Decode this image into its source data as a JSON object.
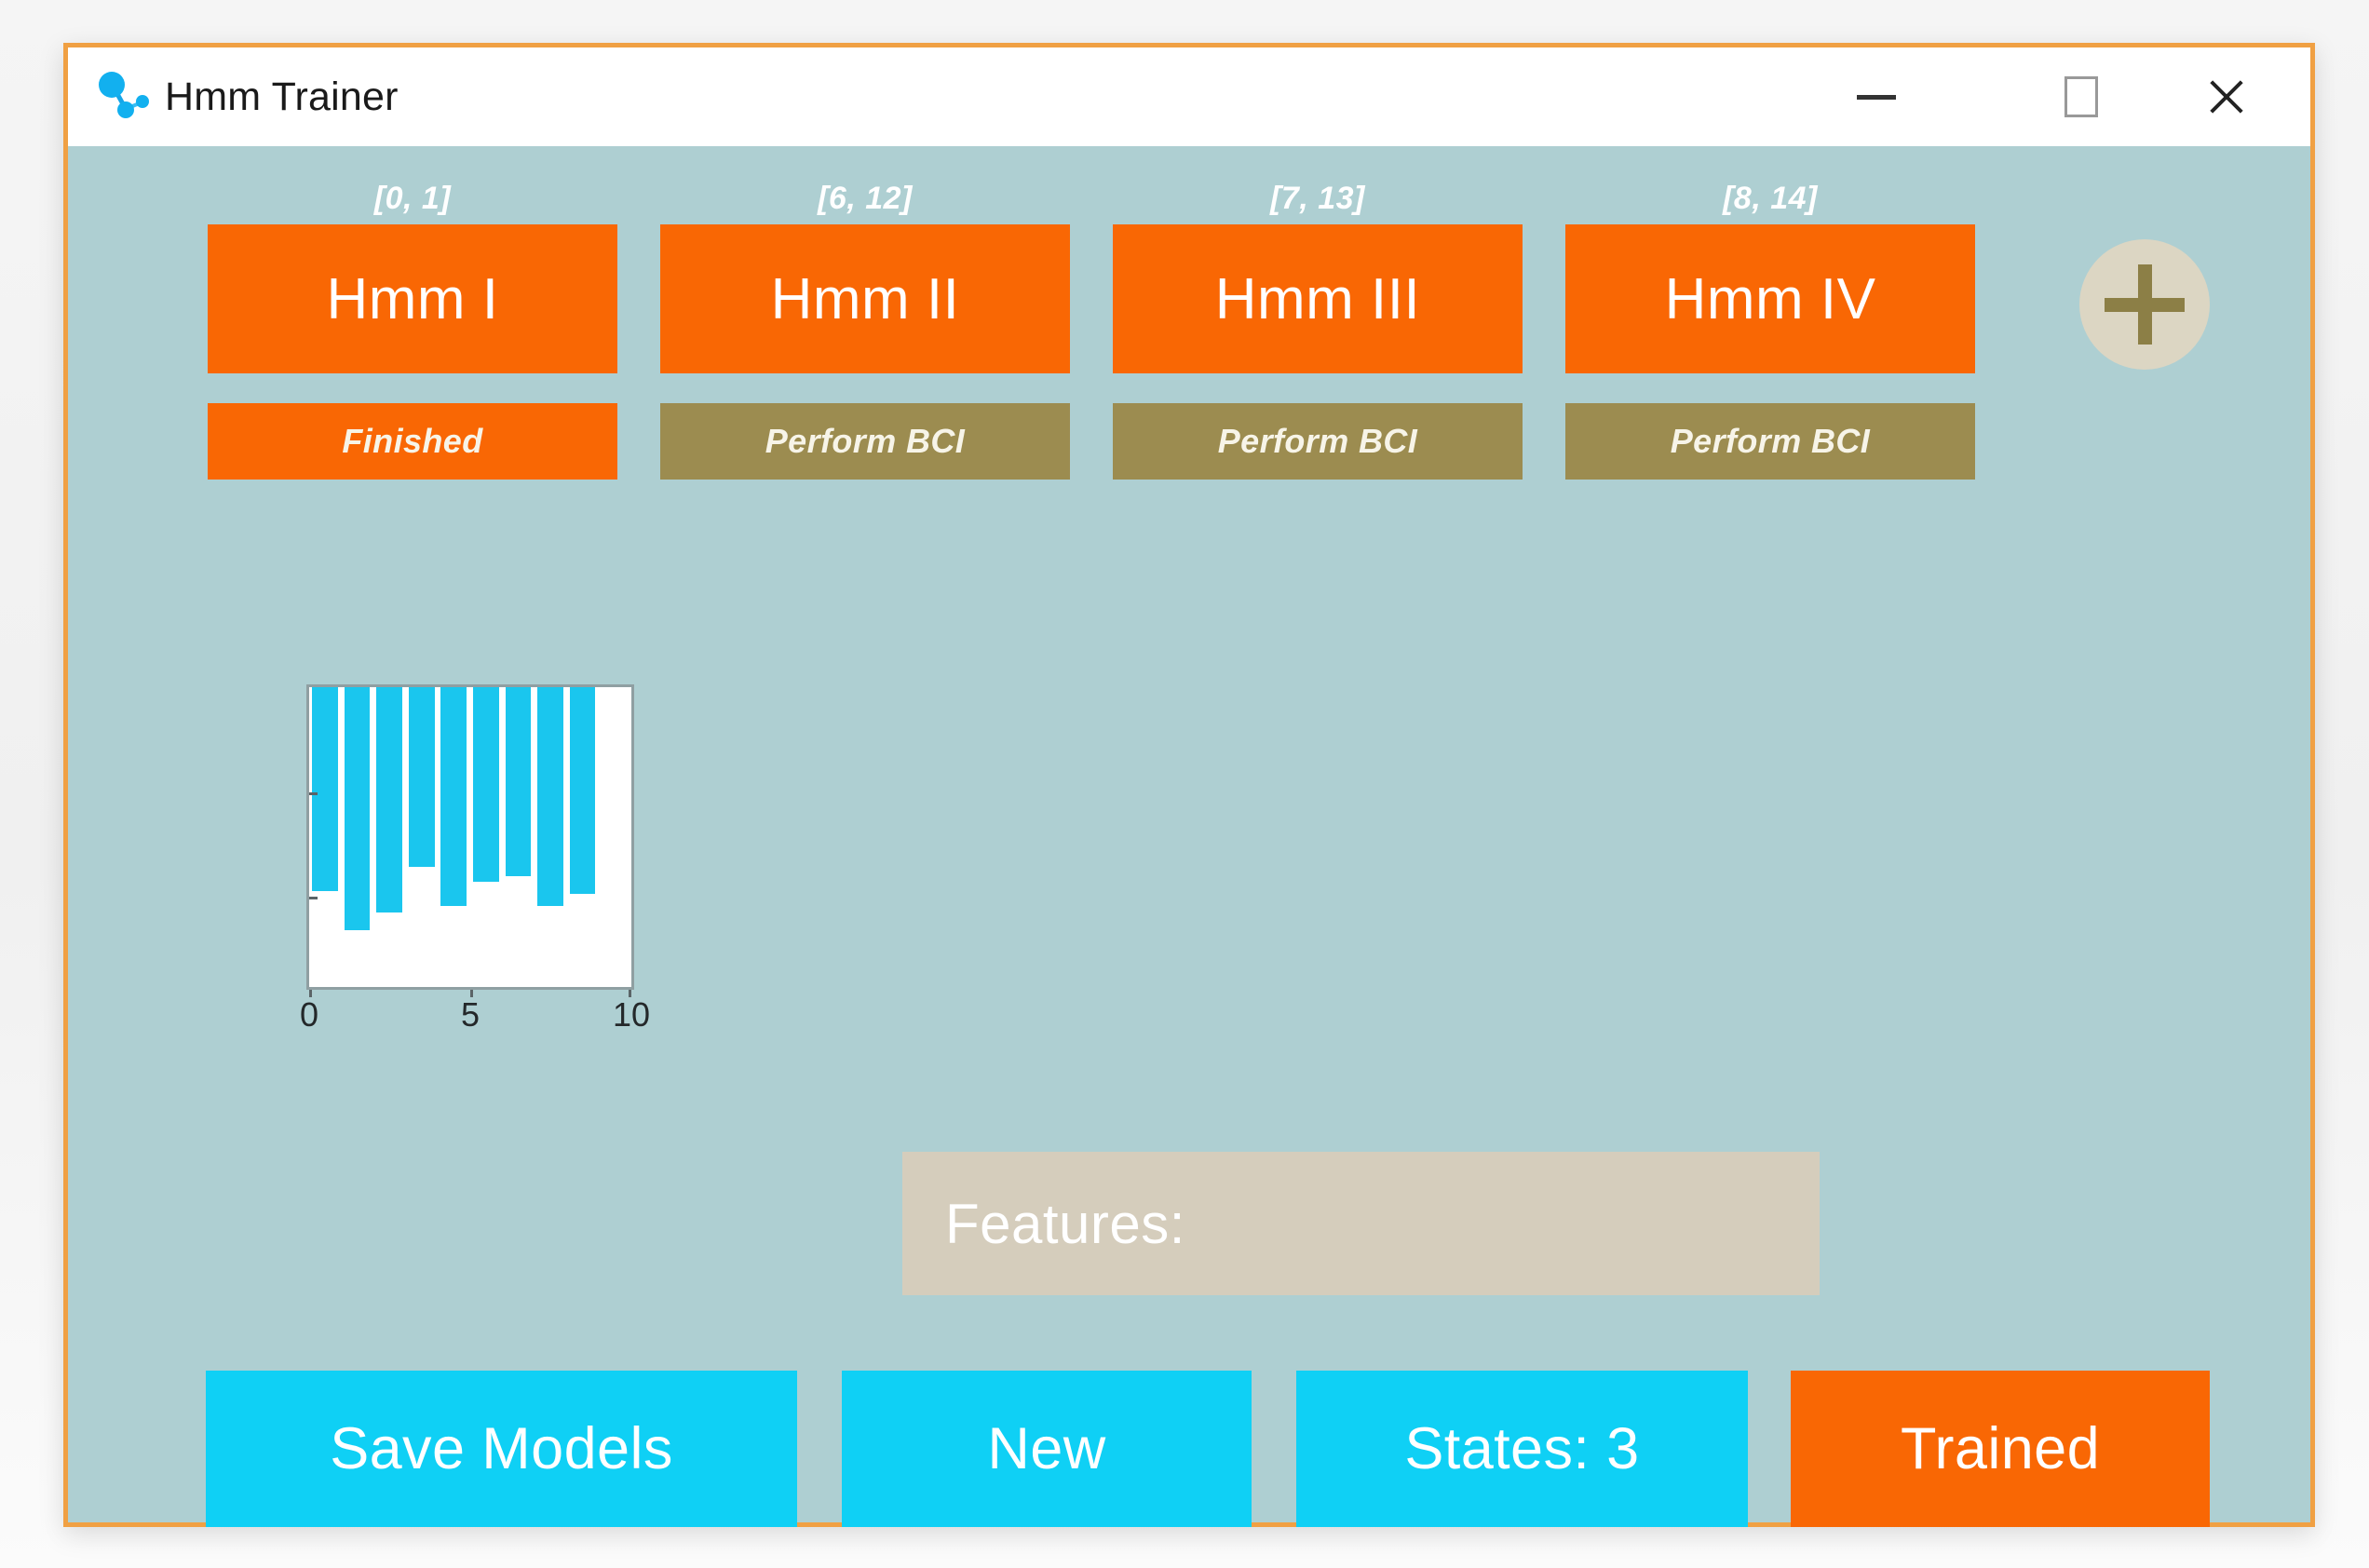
{
  "window": {
    "title": "Hmm Trainer",
    "app_icon": "node-graph-icon",
    "border_color": "#f0a043",
    "body_color": "#aecfd2",
    "controls": {
      "minimize": "minimize-icon",
      "maximize": "maximize-icon",
      "close": "close-icon"
    }
  },
  "models": [
    {
      "range_label": "[0, 1]",
      "name": "Hmm I",
      "status": "Finished",
      "status_kind": "finished"
    },
    {
      "range_label": "[6, 12]",
      "name": "Hmm II",
      "status": "Perform BCI",
      "status_kind": "bci"
    },
    {
      "range_label": "[7, 13]",
      "name": "Hmm III",
      "status": "Perform BCI",
      "status_kind": "bci"
    },
    {
      "range_label": "[8, 14]",
      "name": "Hmm IV",
      "status": "Perform BCI",
      "status_kind": "bci"
    }
  ],
  "add_model": {
    "label": "+",
    "icon": "plus-icon"
  },
  "features": {
    "label": "Features:",
    "value": ""
  },
  "actions": {
    "save_models": "Save Models",
    "new": "New",
    "states": "States: 3",
    "trained": "Trained"
  },
  "colors": {
    "accent_orange": "#f96704",
    "accent_cyan": "#0fd0f5",
    "status_olive": "#9c8c50",
    "features_bg": "#d5cdbc",
    "add_btn_bg": "#dcd6c3",
    "bar_blue": "#1ac6ee"
  },
  "chart_data": {
    "type": "bar",
    "title": "",
    "xlabel": "",
    "ylabel": "",
    "orientation": "hanging-from-top",
    "categories": [
      0,
      1,
      2,
      3,
      4,
      5,
      6,
      7,
      8
    ],
    "values": [
      0.68,
      0.81,
      0.75,
      0.6,
      0.73,
      0.65,
      0.63,
      0.73,
      0.69
    ],
    "xlim": [
      0,
      10
    ],
    "ylim": [
      0,
      1
    ],
    "xticks": [
      0,
      5,
      10
    ],
    "xticklabels": [
      "0",
      "5",
      "10"
    ],
    "yticks": [
      0.3,
      0.65
    ],
    "yticklabels": [
      "",
      ""
    ],
    "grid": false,
    "legend": null,
    "bar_color": "#1ac6ee",
    "plot_bg": "#ffffff"
  }
}
